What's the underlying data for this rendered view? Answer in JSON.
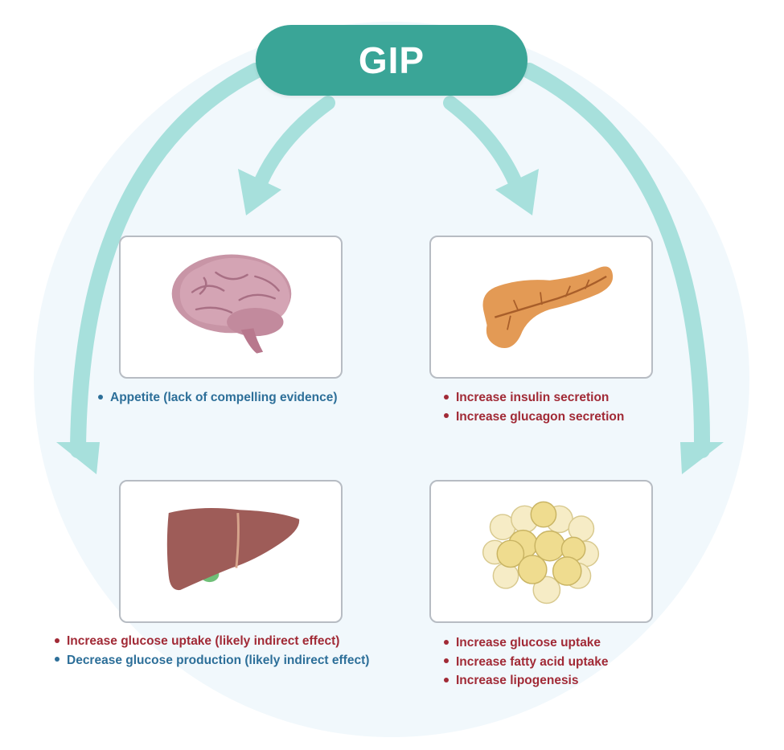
{
  "title": "GIP",
  "colors": {
    "title_fill": "#3aa597",
    "arrow": "#a7e0dc",
    "background_circle": "#f1f8fc",
    "increase_text": "#a12a36",
    "decrease_text": "#2d6f99",
    "card_border": "#b7bcc3"
  },
  "organs": {
    "brain": {
      "icon": "brain-icon",
      "effects": [
        {
          "text": "Appetite (lack of compelling evidence)",
          "tone": "blue"
        }
      ]
    },
    "pancreas": {
      "icon": "pancreas-icon",
      "effects": [
        {
          "text": "Increase insulin secretion",
          "tone": "red"
        },
        {
          "text": "Increase glucagon secretion",
          "tone": "red"
        }
      ]
    },
    "liver": {
      "icon": "liver-icon",
      "effects": [
        {
          "text": "Increase glucose uptake (likely indirect effect)",
          "tone": "red"
        },
        {
          "text": "Decrease glucose production (likely indirect effect)",
          "tone": "blue"
        }
      ]
    },
    "adipose": {
      "icon": "adipose-tissue-icon",
      "effects": [
        {
          "text": "Increase glucose uptake",
          "tone": "red"
        },
        {
          "text": "Increase fatty acid uptake",
          "tone": "red"
        },
        {
          "text": "Increase lipogenesis",
          "tone": "red"
        }
      ]
    }
  }
}
